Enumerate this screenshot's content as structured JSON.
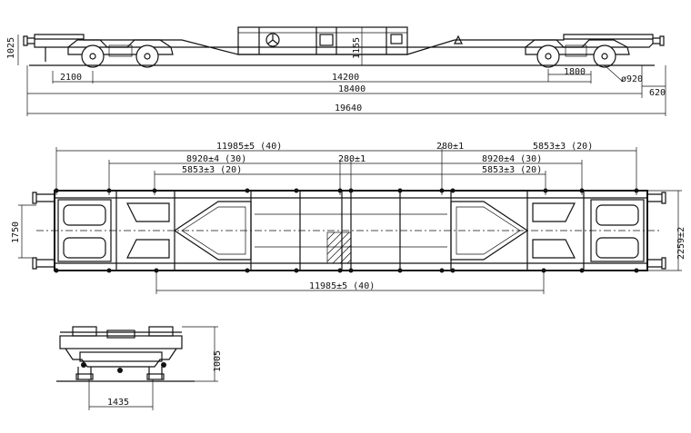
{
  "side_view": {
    "dims": {
      "height_end": "1025",
      "bogie_offset": "2100",
      "bogie_centers": "14200",
      "mid_height": "1155",
      "bogie_wheelbase": "1800",
      "wheel_diameter": "ø920",
      "length_over_ends": "18400",
      "overhang": "620",
      "length_over_buffers": "19640"
    }
  },
  "top_view": {
    "dims": {
      "top_span_40": "11985±5  (40)",
      "top_left_280": "280±1",
      "top_right_20": "5853±3  (20)",
      "row2_left_30": "8920±4  (30)",
      "row2_mid_280": "280±1",
      "row2_right_30": "8920±4  (30)",
      "row3_left_20": "5853±3  (20)",
      "row3_right_20": "5853±3  (20)",
      "bottom_span_40": "11985±5  (40)",
      "width_left": "1750",
      "width_right": "2259±2"
    }
  },
  "end_view": {
    "dims": {
      "height": "1005",
      "gauge": "1435"
    }
  }
}
